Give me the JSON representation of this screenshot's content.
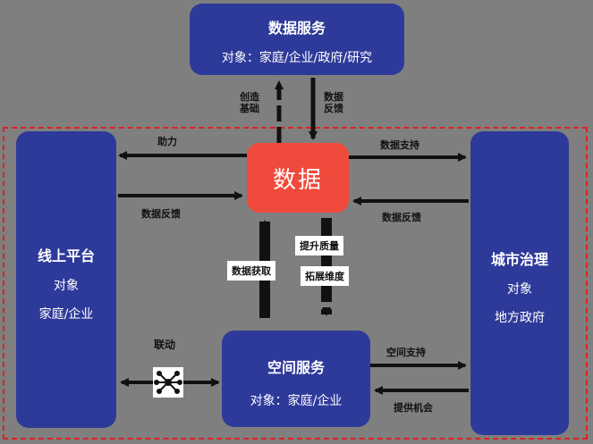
{
  "top_box": {
    "title": "数据服务",
    "subtitle": "对象：家庭/企业/政府/研究"
  },
  "core": {
    "label": "数据"
  },
  "left_box": {
    "title": "线上平台",
    "line1": "对象",
    "line2": "家庭/企业"
  },
  "right_box": {
    "title": "城市治理",
    "line1": "对象",
    "line2": "地方政府"
  },
  "bottom_box": {
    "title": "空间服务",
    "subtitle": "对象：家庭/企业"
  },
  "labels": {
    "create_basis_1": "创造",
    "create_basis_2": "基础",
    "data_feedback_top_1": "数据",
    "data_feedback_top_2": "反馈",
    "assist": "助力",
    "data_feedback_left": "数据反馈",
    "data_support_right": "数据支持",
    "data_feedback_right": "数据反馈",
    "improve_quality": "提升质量",
    "expand_dimension": "拓展维度",
    "data_acquire": "数据获取",
    "linkage": "联动",
    "space_support": "空间支持",
    "provide_opportunity": "提供机会"
  }
}
